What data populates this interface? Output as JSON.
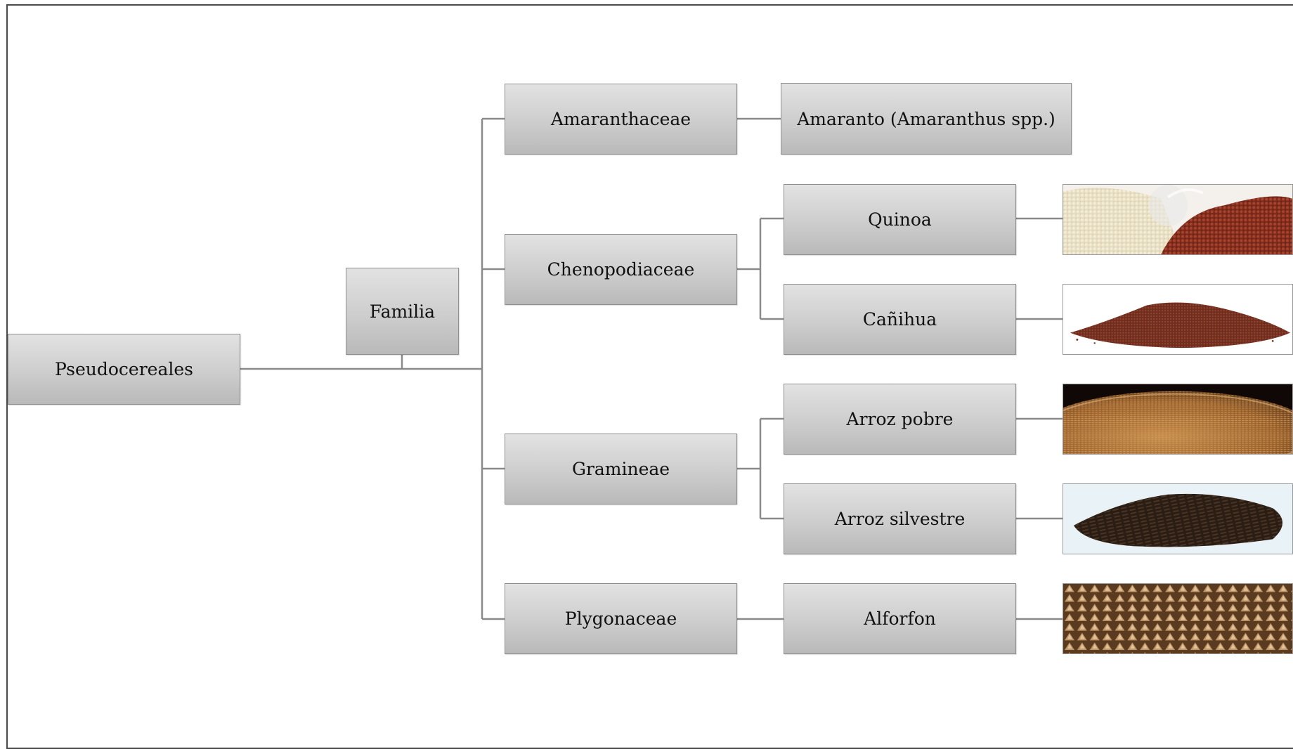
{
  "root": {
    "label": "Pseudocereales"
  },
  "category": {
    "label": "Familia"
  },
  "families": [
    {
      "label": "Amaranthaceae",
      "species": [
        {
          "label": "Amaranto (Amaranthus spp.)"
        }
      ]
    },
    {
      "label": "Chenopodiaceae",
      "species": [
        {
          "label": "Quinoa",
          "image": "quinoa-grains-photo"
        },
        {
          "label": "Cañihua",
          "image": "canihua-grains-photo"
        }
      ]
    },
    {
      "label": "Gramineae",
      "species": [
        {
          "label": "Arroz pobre",
          "image": "arroz-pobre-grains-photo"
        },
        {
          "label": "Arroz silvestre",
          "image": "wild-rice-grains-photo"
        }
      ]
    },
    {
      "label": "Plygonaceae",
      "species": [
        {
          "label": "Alforfon",
          "image": "buckwheat-grains-photo"
        }
      ]
    }
  ]
}
